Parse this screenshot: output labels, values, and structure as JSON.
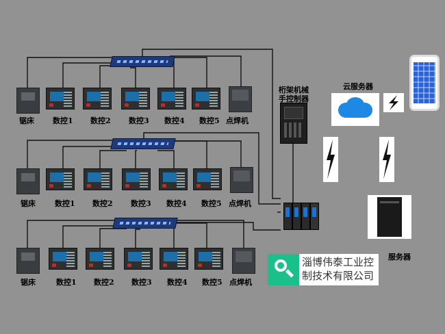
{
  "groups": [
    {
      "labels": [
        "锯床",
        "数控1",
        "数控2",
        "数控3",
        "数控4",
        "数控5",
        "点焊机"
      ]
    },
    {
      "labels": [
        "锯床",
        "数控1",
        "数控2",
        "数控3",
        "数控4",
        "数控5",
        "点焊机"
      ]
    },
    {
      "labels": [
        "锯床",
        "数控1",
        "数控2",
        "数控3",
        "数控4",
        "数控5",
        "点焊机"
      ]
    }
  ],
  "controller": {
    "label_line1": "桁架机械",
    "label_line2": "手控制器"
  },
  "cloud": {
    "label": "云服务器"
  },
  "server": {
    "label": "服务器"
  },
  "company": {
    "name": "淄博伟泰工业控制技术有限公司"
  },
  "icons": [
    "saw-machine-icon",
    "cnc-panel-icon",
    "spot-welder-icon",
    "network-switch-icon",
    "industrial-gateway-icon",
    "cloud-icon",
    "lightning-bolt-icon",
    "smartphone-icon",
    "server-tower-icon",
    "search-icon"
  ],
  "colors": {
    "background": "#929292",
    "wire": "#111111",
    "switch": "#1e3a7a",
    "logo_green": "#1bbf8a",
    "cloud_blue": "#1e88e5"
  }
}
